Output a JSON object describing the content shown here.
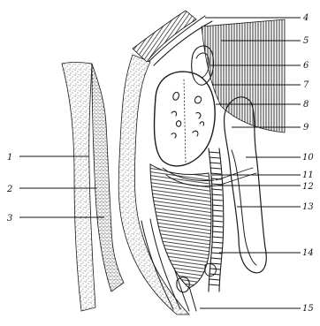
{
  "figure": {
    "labels_left": [
      {
        "id": "label-1",
        "text": "1"
      },
      {
        "id": "label-2",
        "text": "2"
      },
      {
        "id": "label-3",
        "text": "3"
      }
    ],
    "labels_right": [
      {
        "id": "label-4",
        "text": "4"
      },
      {
        "id": "label-5",
        "text": "5"
      },
      {
        "id": "label-6",
        "text": "6"
      },
      {
        "id": "label-7",
        "text": "7"
      },
      {
        "id": "label-8",
        "text": "8"
      },
      {
        "id": "label-9",
        "text": "9"
      },
      {
        "id": "label-10",
        "text": "10"
      },
      {
        "id": "label-11",
        "text": "11"
      },
      {
        "id": "label-12",
        "text": "12"
      },
      {
        "id": "label-13",
        "text": "13"
      },
      {
        "id": "label-14",
        "text": "14"
      },
      {
        "id": "label-15",
        "text": "15"
      }
    ],
    "colors": {
      "ink": "#1a1a1a",
      "paper": "#ffffff",
      "stipple": "#333333"
    }
  }
}
